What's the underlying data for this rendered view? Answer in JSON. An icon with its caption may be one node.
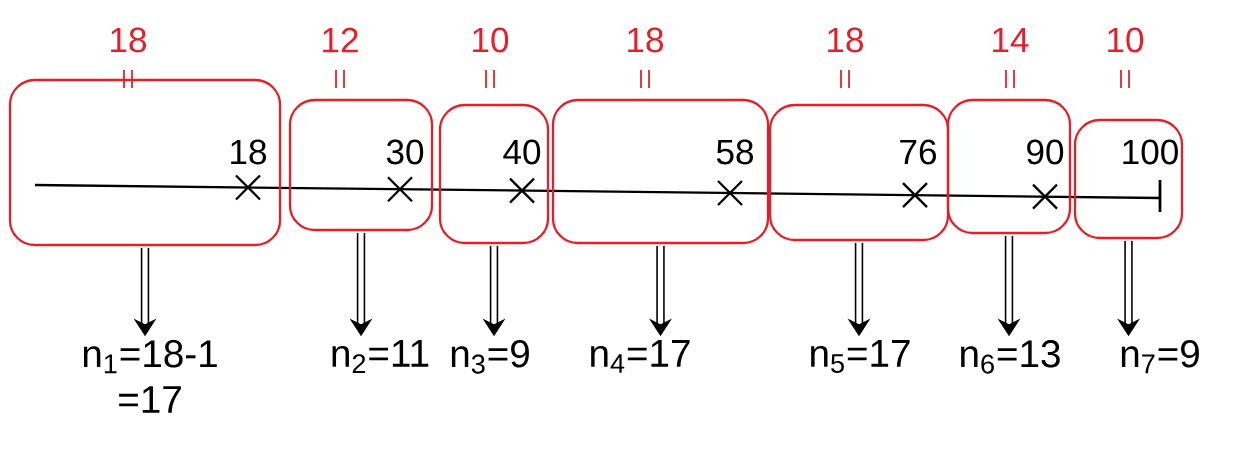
{
  "diagram": {
    "nodes": [
      {
        "text": [
          "18",
          "18"
        ]
      },
      {
        "text": [
          "12",
          "30"
        ]
      },
      {
        "text": [
          "10",
          "40"
        ]
      },
      {
        "text": [
          "18",
          "58"
        ]
      },
      {
        "text": [
          "18",
          "76"
        ]
      },
      {
        "text": [
          "14",
          "90"
        ]
      },
      {
        "text": [
          "10",
          "100"
        ]
      },
      {
        "text": [
          "n$_{1}$=18-1 =17"
        ]
      },
      {
        "text": [
          "n$_{2}$=11"
        ]
      },
      {
        "text": [
          "n$_{3}$=9"
        ]
      },
      {
        "text": [
          "n$_{4}$=17"
        ]
      },
      {
        "text": [
          "n$_{5}$=17"
        ]
      },
      {
        "text": [
          "n$_{6}$=13"
        ]
      },
      {
        "text": [
          "n$_{7}$=9"
        ]
      }
    ],
    "edges": [
      {
        "from": 0,
        "to": 7,
        "arrow": "to"
      },
      {
        "from": 1,
        "to": 8,
        "arrow": "to"
      },
      {
        "from": 2,
        "to": 9,
        "arrow": "to"
      },
      {
        "from": 3,
        "to": 10,
        "arrow": "to"
      },
      {
        "from": 4,
        "to": 11,
        "arrow": "to"
      },
      {
        "from": 5,
        "to": 12,
        "arrow": "to"
      },
      {
        "from": 6,
        "to": 13,
        "arrow": "to"
      }
    ]
  }
}
